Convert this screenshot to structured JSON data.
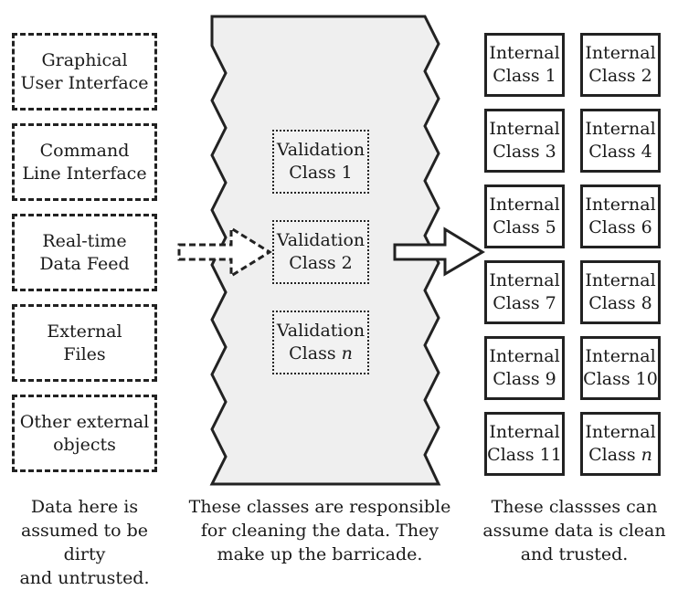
{
  "untrusted_sources": [
    [
      "Graphical",
      "User Interface"
    ],
    [
      "Command",
      "Line Interface"
    ],
    [
      "Real-time",
      "Data Feed"
    ],
    [
      "External",
      "Files"
    ],
    [
      "Other external",
      "objects"
    ]
  ],
  "validation_classes": [
    {
      "line1": "Validation",
      "line2": "Class 1",
      "italic_suffix": ""
    },
    {
      "line1": "Validation",
      "line2": "Class 2",
      "italic_suffix": ""
    },
    {
      "line1": "Validation",
      "line2": "Class ",
      "italic_suffix": "n"
    }
  ],
  "internal_classes": [
    {
      "line1": "Internal",
      "line2": "Class 1",
      "italic_suffix": ""
    },
    {
      "line1": "Internal",
      "line2": "Class 2",
      "italic_suffix": ""
    },
    {
      "line1": "Internal",
      "line2": "Class 3",
      "italic_suffix": ""
    },
    {
      "line1": "Internal",
      "line2": "Class 4",
      "italic_suffix": ""
    },
    {
      "line1": "Internal",
      "line2": "Class 5",
      "italic_suffix": ""
    },
    {
      "line1": "Internal",
      "line2": "Class 6",
      "italic_suffix": ""
    },
    {
      "line1": "Internal",
      "line2": "Class 7",
      "italic_suffix": ""
    },
    {
      "line1": "Internal",
      "line2": "Class 8",
      "italic_suffix": ""
    },
    {
      "line1": "Internal",
      "line2": "Class 9",
      "italic_suffix": ""
    },
    {
      "line1": "Internal",
      "line2": "Class 10",
      "italic_suffix": ""
    },
    {
      "line1": "Internal",
      "line2": "Class 11",
      "italic_suffix": ""
    },
    {
      "line1": "Internal",
      "line2": "Class ",
      "italic_suffix": "n"
    }
  ],
  "captions": {
    "left": [
      "Data here is",
      "assumed to be dirty",
      "and untrusted."
    ],
    "middle": [
      "These classes are responsible",
      "for cleaning the data. They",
      "make up the barricade."
    ],
    "right": [
      "These classses can",
      "assume data is clean",
      "and trusted."
    ]
  }
}
